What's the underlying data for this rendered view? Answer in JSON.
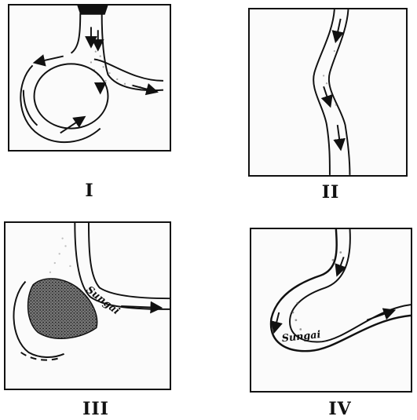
{
  "figure": {
    "panels": [
      {
        "id": "I",
        "label": "I",
        "inner_text": ""
      },
      {
        "id": "II",
        "label": "II",
        "inner_text": ""
      },
      {
        "id": "III",
        "label": "III",
        "inner_text": "Sungai"
      },
      {
        "id": "IV",
        "label": "IV",
        "inner_text": "Sungai"
      }
    ]
  }
}
